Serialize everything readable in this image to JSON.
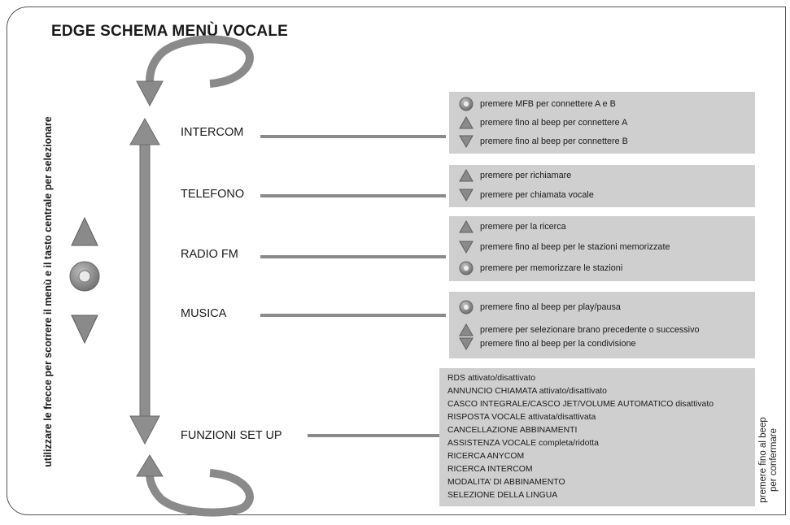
{
  "title": "EDGE SCHEMA MENÙ VOCALE",
  "side_instruction": "utilizzare le frecce per scorrere il menù e il tasto centrale per selezionare",
  "right_instruction": [
    "premere fino al beep",
    "per confermare"
  ],
  "menu": [
    {
      "label": "INTERCOM",
      "actions": [
        {
          "icon": "center-button-icon",
          "text": "premere MFB per connettere A e B"
        },
        {
          "icon": "up-arrow-icon",
          "text": "premere fino al beep per connettere A"
        },
        {
          "icon": "down-arrow-icon",
          "text": "premere fino al beep per connettere B"
        }
      ]
    },
    {
      "label": "TELEFONO",
      "actions": [
        {
          "icon": "up-arrow-icon",
          "text": "premere per richiamare"
        },
        {
          "icon": "down-arrow-icon",
          "text": "premere per chiamata vocale"
        }
      ]
    },
    {
      "label": "RADIO FM",
      "actions": [
        {
          "icon": "up-arrow-icon",
          "text": "premere per la ricerca"
        },
        {
          "icon": "down-arrow-icon",
          "text": "premere fino al beep per le stazioni memorizzate"
        },
        {
          "icon": "center-button-icon",
          "text": "premere per memorizzare le stazioni"
        }
      ]
    },
    {
      "label": "MUSICA",
      "actions": [
        {
          "icon": "center-button-icon",
          "text": "premere fino al beep per play/pausa"
        },
        {
          "icon": "up-arrow-icon",
          "text": "premere per selezionare brano precedente o successivo"
        },
        {
          "icon": "down-arrow-icon",
          "text": "premere fino al beep per la condivisione"
        }
      ]
    },
    {
      "label": "FUNZIONI SET UP",
      "settings": [
        "RDS attivato/disattivato",
        "ANNUNCIO CHIAMATA attivato/disattivato",
        "CASCO INTEGRALE/CASCO JET/VOLUME AUTOMATICO disattivato",
        "RISPOSTA VOCALE attivata/disattivata",
        "CANCELLAZIONE ABBINAMENTI",
        "ASSISTENZA VOCALE completa/ridotta",
        "RICERCA ANYCOM",
        "RICERCA INTERCOM",
        "MODALITA’ DI ABBINAMENTO",
        "SELEZIONE DELLA LINGUA"
      ]
    }
  ],
  "colors": {
    "box_bg": "#cfcfcf",
    "line": "#8a8a8a",
    "arrow": "#8c8c8c",
    "frame": "#555555"
  }
}
